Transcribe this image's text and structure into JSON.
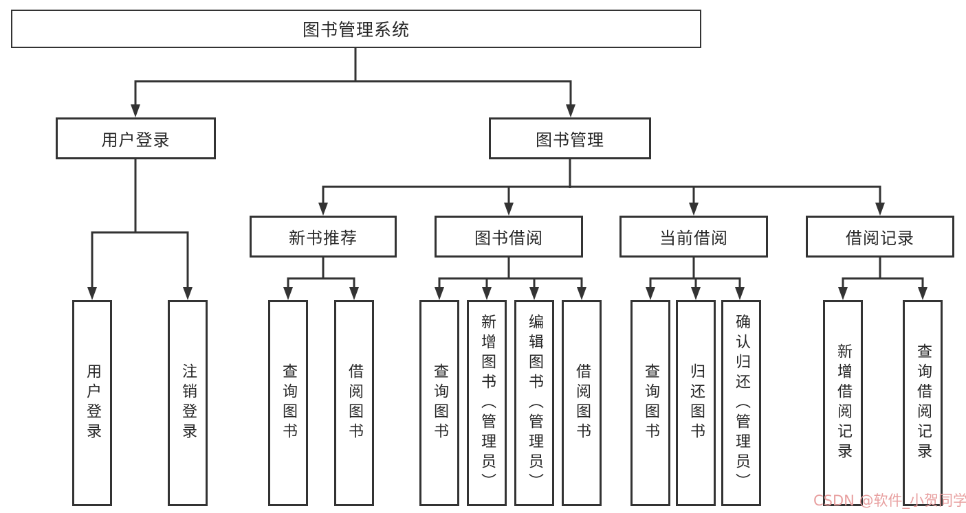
{
  "diagram": {
    "root": {
      "label": "图书管理系统"
    },
    "branches": [
      {
        "label": "用户登录",
        "children": [
          {
            "label": "用户登录"
          },
          {
            "label": "注销登录"
          }
        ]
      },
      {
        "label": "图书管理",
        "children": [
          {
            "label": "新书推荐",
            "children": [
              {
                "label": "查询图书"
              },
              {
                "label": "借阅图书"
              }
            ]
          },
          {
            "label": "图书借阅",
            "children": [
              {
                "label": "查询图书"
              },
              {
                "label": "新增图书（管理员）"
              },
              {
                "label": "编辑图书（管理员）"
              },
              {
                "label": "借阅图书"
              }
            ]
          },
          {
            "label": "当前借阅",
            "children": [
              {
                "label": "查询图书"
              },
              {
                "label": "归还图书"
              },
              {
                "label": "确认归还（管理员）"
              }
            ]
          },
          {
            "label": "借阅记录",
            "children": [
              {
                "label": "新增借阅记录"
              },
              {
                "label": "查询借阅记录"
              }
            ]
          }
        ]
      }
    ]
  },
  "watermark": {
    "text": "CSDN @软件_小贺同学",
    "color": "#e8a0a0"
  },
  "colors": {
    "line": "#333333",
    "box_border": "#333333",
    "text": "#262626",
    "background": "#ffffff"
  }
}
